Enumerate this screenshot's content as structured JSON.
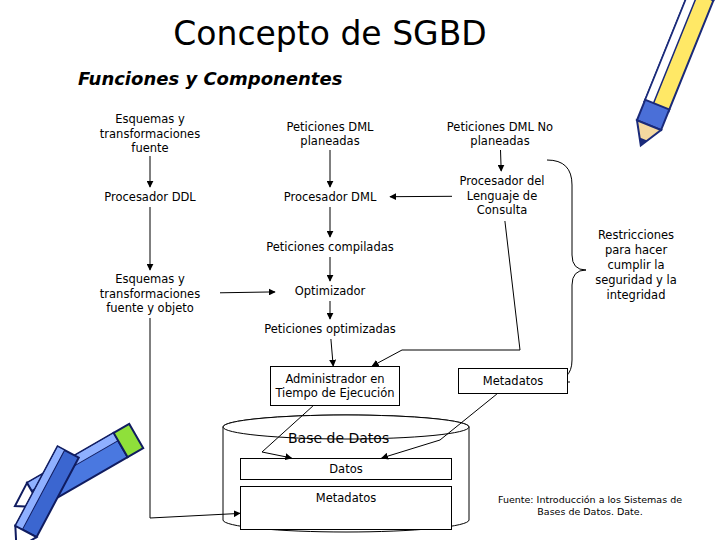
{
  "diagram": {
    "title": "Concepto de SGBD",
    "nodes": [
      {
        "text": [
          "Esquemas y transformaciones fuente"
        ]
      },
      {
        "text": [
          "Peticiones DML planeadas"
        ]
      },
      {
        "text": [
          "Peticiones DML No planeadas"
        ]
      },
      {
        "text": [
          "Procesador DDL"
        ]
      },
      {
        "text": [
          "Procesador DML"
        ]
      },
      {
        "text": [
          "Procesador del Lenguaje de Consulta"
        ]
      },
      {
        "text": [
          "Peticiones compiladas"
        ]
      },
      {
        "text": [
          "Esquemas y transformaciones fuente y objeto"
        ]
      },
      {
        "text": [
          "Optimizador"
        ]
      },
      {
        "text": [
          "Peticiones optimizadas"
        ]
      },
      {
        "text": [
          "Administrador en Tiempo de Ejecución"
        ]
      },
      {
        "text": [
          "Metadatos"
        ]
      },
      {
        "text": [
          "Base de Datos"
        ]
      },
      {
        "text": [
          "Datos"
        ],
        "in": 12
      },
      {
        "text": [
          "Metadatos"
        ],
        "in": 12
      }
    ],
    "edges": [
      {
        "from": 0,
        "to": 3,
        "arrow": "to"
      },
      {
        "from": 1,
        "to": 4,
        "arrow": "to"
      },
      {
        "from": 2,
        "to": 5,
        "arrow": "to"
      },
      {
        "from": 3,
        "to": 7,
        "arrow": "to"
      },
      {
        "from": 5,
        "to": 4,
        "arrow": "to"
      },
      {
        "from": 4,
        "to": 6,
        "arrow": "to"
      },
      {
        "from": 6,
        "to": 8,
        "arrow": "to"
      },
      {
        "from": 8,
        "to": 9,
        "arrow": "to"
      },
      {
        "from": 9,
        "to": 10,
        "arrow": "to"
      },
      {
        "from": 5,
        "to": 10,
        "arrow": "to"
      },
      {
        "from": 7,
        "to": 8,
        "arrow": "to"
      },
      {
        "from": 7,
        "to": 14,
        "arrow": "to"
      },
      {
        "from": 10,
        "to": 13,
        "arrow": "to"
      },
      {
        "from": 11,
        "to": 13,
        "arrow": "to"
      }
    ],
    "labels": [
      "Funciones y Componentes",
      "Restricciones para hacer cumplir la seguridad y la integridad",
      "Fuente: Introducción a los Sistemas de Bases de Datos. Date."
    ]
  }
}
